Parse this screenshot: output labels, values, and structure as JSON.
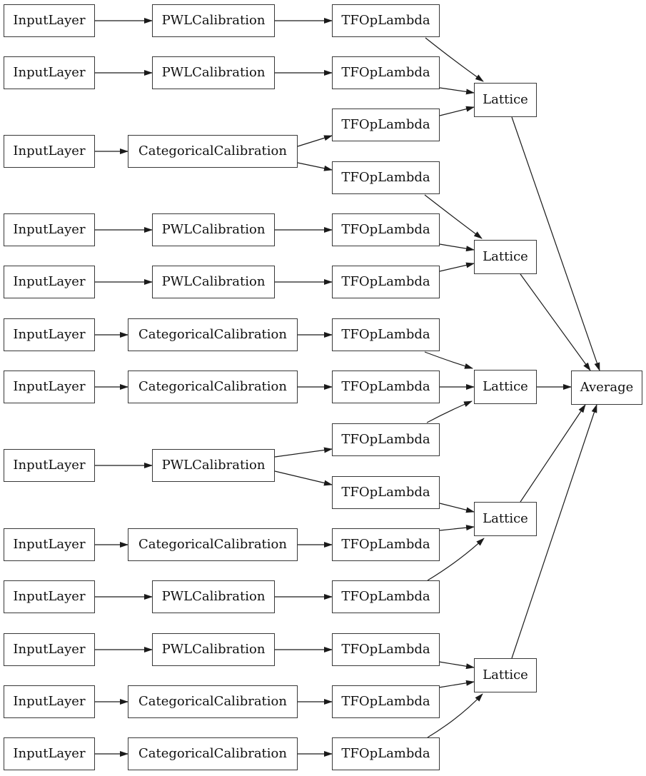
{
  "diagram": {
    "kind": "keras-model-layer-graph",
    "background_color": "#ffffff",
    "node_fill_color": "#ffffff",
    "node_border_color": "#383838",
    "edge_color": "#1a1a1a",
    "text_color": "#111111"
  },
  "nodes": [
    {
      "id": "in1",
      "type": "InputLayer",
      "label": "InputLayer"
    },
    {
      "id": "in2",
      "type": "InputLayer",
      "label": "InputLayer"
    },
    {
      "id": "in3",
      "type": "InputLayer",
      "label": "InputLayer"
    },
    {
      "id": "in4",
      "type": "InputLayer",
      "label": "InputLayer"
    },
    {
      "id": "in5",
      "type": "InputLayer",
      "label": "InputLayer"
    },
    {
      "id": "in6",
      "type": "InputLayer",
      "label": "InputLayer"
    },
    {
      "id": "in7",
      "type": "InputLayer",
      "label": "InputLayer"
    },
    {
      "id": "in8",
      "type": "InputLayer",
      "label": "InputLayer"
    },
    {
      "id": "in9",
      "type": "InputLayer",
      "label": "InputLayer"
    },
    {
      "id": "in10",
      "type": "InputLayer",
      "label": "InputLayer"
    },
    {
      "id": "in11",
      "type": "InputLayer",
      "label": "InputLayer"
    },
    {
      "id": "in12",
      "type": "InputLayer",
      "label": "InputLayer"
    },
    {
      "id": "in13",
      "type": "InputLayer",
      "label": "InputLayer"
    },
    {
      "id": "cal1",
      "type": "PWLCalibration",
      "label": "PWLCalibration"
    },
    {
      "id": "cal2",
      "type": "PWLCalibration",
      "label": "PWLCalibration"
    },
    {
      "id": "cal3",
      "type": "CategoricalCalibration",
      "label": "CategoricalCalibration"
    },
    {
      "id": "cal4",
      "type": "PWLCalibration",
      "label": "PWLCalibration"
    },
    {
      "id": "cal5",
      "type": "PWLCalibration",
      "label": "PWLCalibration"
    },
    {
      "id": "cal6",
      "type": "CategoricalCalibration",
      "label": "CategoricalCalibration"
    },
    {
      "id": "cal7",
      "type": "CategoricalCalibration",
      "label": "CategoricalCalibration"
    },
    {
      "id": "cal8",
      "type": "PWLCalibration",
      "label": "PWLCalibration"
    },
    {
      "id": "cal9",
      "type": "CategoricalCalibration",
      "label": "CategoricalCalibration"
    },
    {
      "id": "cal10",
      "type": "PWLCalibration",
      "label": "PWLCalibration"
    },
    {
      "id": "cal11",
      "type": "PWLCalibration",
      "label": "PWLCalibration"
    },
    {
      "id": "cal12",
      "type": "CategoricalCalibration",
      "label": "CategoricalCalibration"
    },
    {
      "id": "cal13",
      "type": "CategoricalCalibration",
      "label": "CategoricalCalibration"
    },
    {
      "id": "tf1",
      "type": "TFOpLambda",
      "label": "TFOpLambda"
    },
    {
      "id": "tf2",
      "type": "TFOpLambda",
      "label": "TFOpLambda"
    },
    {
      "id": "tf3",
      "type": "TFOpLambda",
      "label": "TFOpLambda"
    },
    {
      "id": "tf4",
      "type": "TFOpLambda",
      "label": "TFOpLambda"
    },
    {
      "id": "tf5",
      "type": "TFOpLambda",
      "label": "TFOpLambda"
    },
    {
      "id": "tf6",
      "type": "TFOpLambda",
      "label": "TFOpLambda"
    },
    {
      "id": "tf7",
      "type": "TFOpLambda",
      "label": "TFOpLambda"
    },
    {
      "id": "tf8",
      "type": "TFOpLambda",
      "label": "TFOpLambda"
    },
    {
      "id": "tf9",
      "type": "TFOpLambda",
      "label": "TFOpLambda"
    },
    {
      "id": "tf10",
      "type": "TFOpLambda",
      "label": "TFOpLambda"
    },
    {
      "id": "tf11",
      "type": "TFOpLambda",
      "label": "TFOpLambda"
    },
    {
      "id": "tf12",
      "type": "TFOpLambda",
      "label": "TFOpLambda"
    },
    {
      "id": "tf13",
      "type": "TFOpLambda",
      "label": "TFOpLambda"
    },
    {
      "id": "tf14",
      "type": "TFOpLambda",
      "label": "TFOpLambda"
    },
    {
      "id": "tf15",
      "type": "TFOpLambda",
      "label": "TFOpLambda"
    },
    {
      "id": "lat1",
      "type": "Lattice",
      "label": "Lattice"
    },
    {
      "id": "lat2",
      "type": "Lattice",
      "label": "Lattice"
    },
    {
      "id": "lat3",
      "type": "Lattice",
      "label": "Lattice"
    },
    {
      "id": "lat4",
      "type": "Lattice",
      "label": "Lattice"
    },
    {
      "id": "lat5",
      "type": "Lattice",
      "label": "Lattice"
    },
    {
      "id": "avg",
      "type": "Average",
      "label": "Average"
    }
  ],
  "edges": [
    {
      "from": "in1",
      "to": "cal1"
    },
    {
      "from": "in2",
      "to": "cal2"
    },
    {
      "from": "in3",
      "to": "cal3"
    },
    {
      "from": "in4",
      "to": "cal4"
    },
    {
      "from": "in5",
      "to": "cal5"
    },
    {
      "from": "in6",
      "to": "cal6"
    },
    {
      "from": "in7",
      "to": "cal7"
    },
    {
      "from": "in8",
      "to": "cal8"
    },
    {
      "from": "in9",
      "to": "cal9"
    },
    {
      "from": "in10",
      "to": "cal10"
    },
    {
      "from": "in11",
      "to": "cal11"
    },
    {
      "from": "in12",
      "to": "cal12"
    },
    {
      "from": "in13",
      "to": "cal13"
    },
    {
      "from": "cal1",
      "to": "tf1"
    },
    {
      "from": "cal2",
      "to": "tf2"
    },
    {
      "from": "cal3",
      "to": "tf3"
    },
    {
      "from": "cal3",
      "to": "tf4"
    },
    {
      "from": "cal4",
      "to": "tf5"
    },
    {
      "from": "cal5",
      "to": "tf6"
    },
    {
      "from": "cal6",
      "to": "tf7"
    },
    {
      "from": "cal7",
      "to": "tf8"
    },
    {
      "from": "cal8",
      "to": "tf9"
    },
    {
      "from": "cal8",
      "to": "tf10"
    },
    {
      "from": "cal9",
      "to": "tf11"
    },
    {
      "from": "cal10",
      "to": "tf12"
    },
    {
      "from": "cal11",
      "to": "tf13"
    },
    {
      "from": "cal12",
      "to": "tf14"
    },
    {
      "from": "cal13",
      "to": "tf15"
    },
    {
      "from": "tf1",
      "to": "lat1"
    },
    {
      "from": "tf2",
      "to": "lat1"
    },
    {
      "from": "tf3",
      "to": "lat1"
    },
    {
      "from": "tf4",
      "to": "lat2"
    },
    {
      "from": "tf5",
      "to": "lat2"
    },
    {
      "from": "tf6",
      "to": "lat2"
    },
    {
      "from": "tf7",
      "to": "lat3"
    },
    {
      "from": "tf8",
      "to": "lat3"
    },
    {
      "from": "tf9",
      "to": "lat3"
    },
    {
      "from": "tf10",
      "to": "lat4"
    },
    {
      "from": "tf11",
      "to": "lat4"
    },
    {
      "from": "tf12",
      "to": "lat4"
    },
    {
      "from": "tf13",
      "to": "lat5"
    },
    {
      "from": "tf14",
      "to": "lat5"
    },
    {
      "from": "tf15",
      "to": "lat5"
    },
    {
      "from": "lat1",
      "to": "avg"
    },
    {
      "from": "lat2",
      "to": "avg"
    },
    {
      "from": "lat3",
      "to": "avg"
    },
    {
      "from": "lat4",
      "to": "avg"
    },
    {
      "from": "lat5",
      "to": "avg"
    }
  ]
}
